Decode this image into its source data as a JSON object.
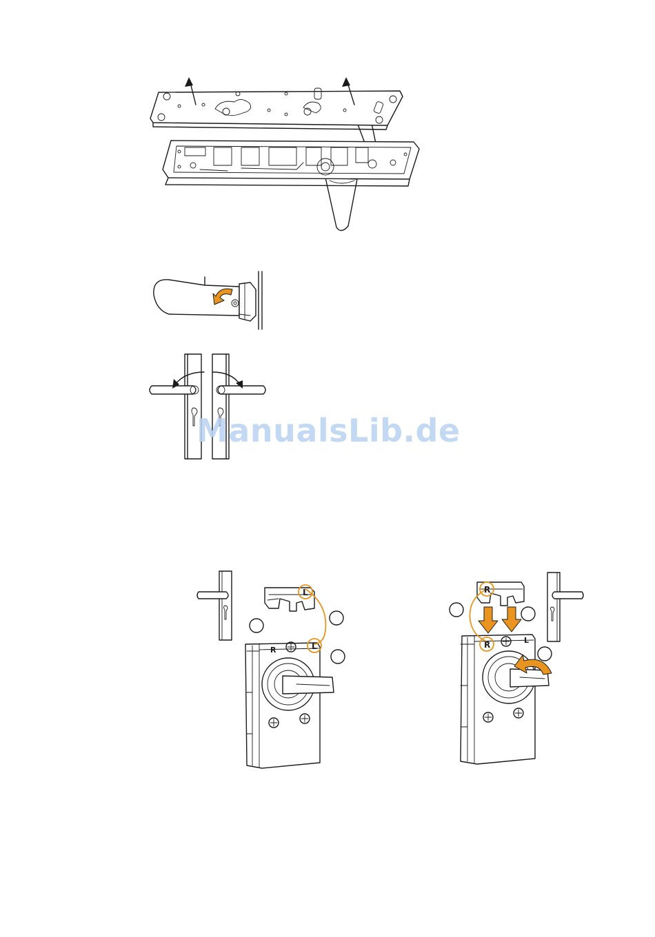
{
  "watermark": {
    "text": "ManualsLib.de"
  },
  "side_labels": {
    "right": "R",
    "left": "L"
  },
  "colors": {
    "accent": "#E8941F",
    "line": "#1a1a1a",
    "watermark": "#b9d3f2"
  },
  "icons": [
    "up-arrow-icon",
    "rotate-arrow-icon",
    "down-arrow-icon",
    "curved-arrow-icon"
  ]
}
